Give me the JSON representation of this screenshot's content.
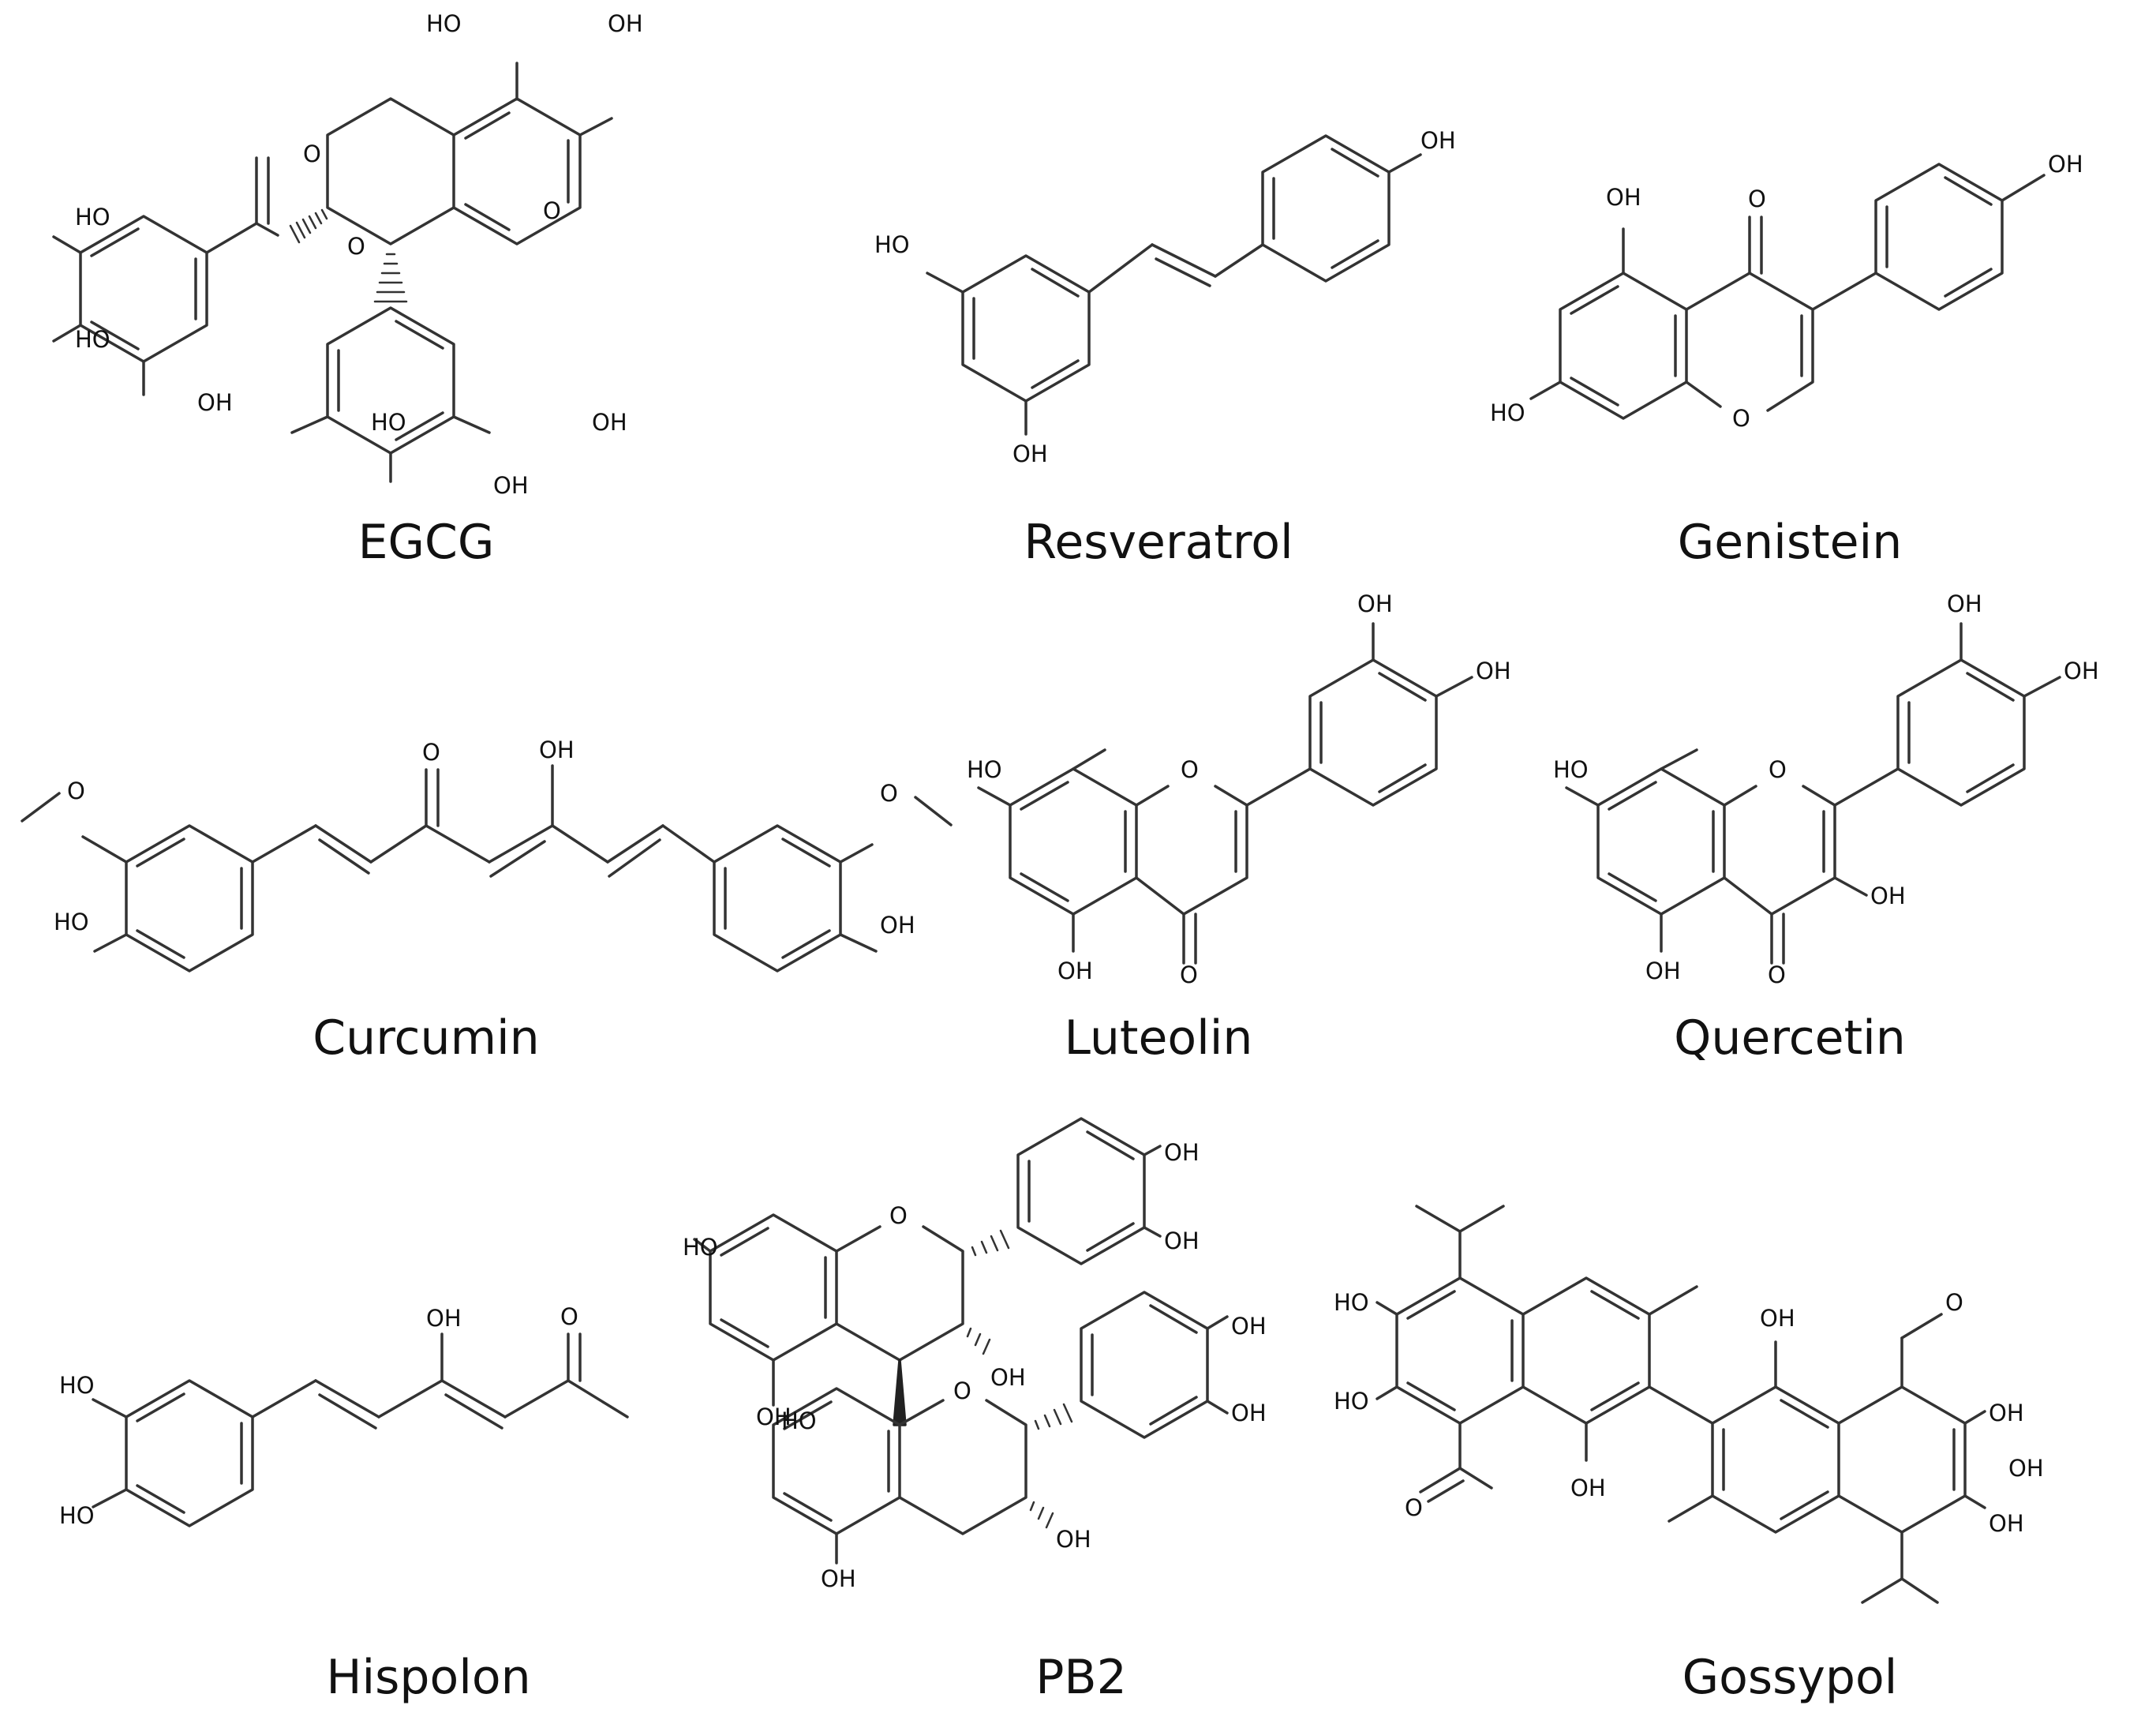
{
  "figure": {
    "compounds": [
      {
        "id": "egcg",
        "name": "EGCG",
        "atom_labels": [
          "HO",
          "OH",
          "HO",
          "HO",
          "OH",
          "O",
          "O",
          "O",
          "HO",
          "OH",
          "OH"
        ]
      },
      {
        "id": "resveratrol",
        "name": "Resveratrol",
        "atom_labels": [
          "HO",
          "OH",
          "OH"
        ]
      },
      {
        "id": "genistein",
        "name": "Genistein",
        "atom_labels": [
          "OH",
          "O",
          "OH",
          "HO",
          "O"
        ]
      },
      {
        "id": "curcumin",
        "name": "Curcumin",
        "atom_labels": [
          "O",
          "OH",
          "O",
          "HO",
          "O",
          "OH"
        ]
      },
      {
        "id": "luteolin",
        "name": "Luteolin",
        "atom_labels": [
          "OH",
          "OH",
          "HO",
          "O",
          "OH",
          "O"
        ]
      },
      {
        "id": "quercetin",
        "name": "Quercetin",
        "atom_labels": [
          "OH",
          "OH",
          "HO",
          "O",
          "OH",
          "OH",
          "O"
        ]
      },
      {
        "id": "hispolon",
        "name": "Hispolon",
        "atom_labels": [
          "OH",
          "O",
          "HO",
          "HO"
        ]
      },
      {
        "id": "pb2",
        "name": "PB2",
        "atom_labels": [
          "OH",
          "HO",
          "O",
          "OH",
          "OH",
          "OH",
          "OH",
          "HO",
          "O",
          "OH",
          "OH",
          "OH"
        ]
      },
      {
        "id": "gossypol",
        "name": "Gossypol",
        "atom_labels": [
          "HO",
          "OH",
          "O",
          "HO",
          "OH",
          "O",
          "OH",
          "OH",
          "OH"
        ]
      }
    ]
  }
}
